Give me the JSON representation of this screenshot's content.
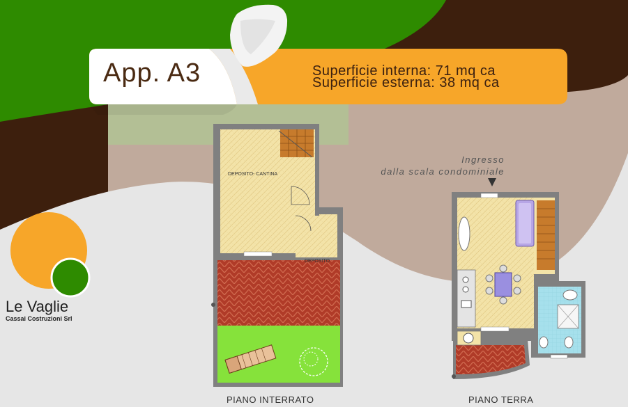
{
  "apartment": {
    "title": "App. A3"
  },
  "surfaces": {
    "interna": "Superficie interna: 71 mq ca",
    "esterna": "Superficie esterna: 38 mq ca"
  },
  "brand": {
    "name": "Le Vaglie",
    "subtitle": "Cassai Costruzioni Srl"
  },
  "plans": {
    "basement": {
      "label": "PIANO INTERRATO",
      "rooms": {
        "cellar": "DEPOSITO- CANTINA",
        "storage": "DEPOSITO"
      }
    },
    "ground": {
      "label": "PIANO TERRA",
      "entrance_line1": "Ingresso",
      "entrance_line2": "dalla scala condominiale"
    }
  },
  "colors": {
    "green": "#2e8b00",
    "brown": "#3d1f0d",
    "taupe": "#c0aa9c",
    "orange": "#f7a629",
    "light_gray": "#e6e6e6",
    "floor": "#f3e3a8",
    "terrace": "#b03b28",
    "lawn": "#86e23b"
  }
}
